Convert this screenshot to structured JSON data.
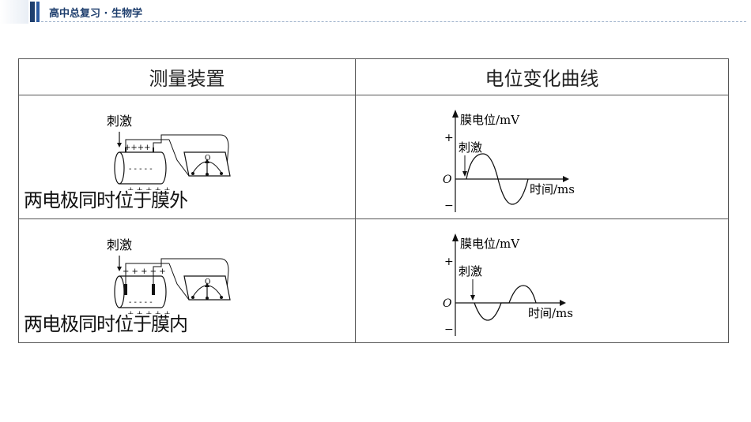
{
  "header": {
    "title": "高中总复习 · 生物学"
  },
  "table": {
    "headers": [
      "测量装置",
      "电位变化曲线"
    ],
    "rows": [
      {
        "caption": "两电极同时位于膜外",
        "apparatus": {
          "stimulus_label": "刺激",
          "top_signs": "++++",
          "inner_signs": "- - - - -",
          "bottom_signs": "+ + + + +",
          "meter_label": "O"
        },
        "graph": {
          "y_label": "膜电位/mV",
          "x_label": "时间/ms",
          "origin": "O",
          "plus": "+",
          "minus": "−",
          "stimulus_label": "刺激"
        }
      },
      {
        "caption": "两电极同时位于膜内",
        "apparatus": {
          "stimulus_label": "刺激",
          "top_signs": "+ + + + +",
          "inner_signs": "- - - - -",
          "bottom_signs": "+ + + + +",
          "meter_label": "O"
        },
        "graph": {
          "y_label": "膜电位/mV",
          "x_label": "时间/ms",
          "origin": "O",
          "plus": "+",
          "minus": "−",
          "stimulus_label": "刺激"
        }
      }
    ]
  },
  "colors": {
    "accent": "#1f3f6e",
    "accent_light": "#2c5aa0"
  }
}
